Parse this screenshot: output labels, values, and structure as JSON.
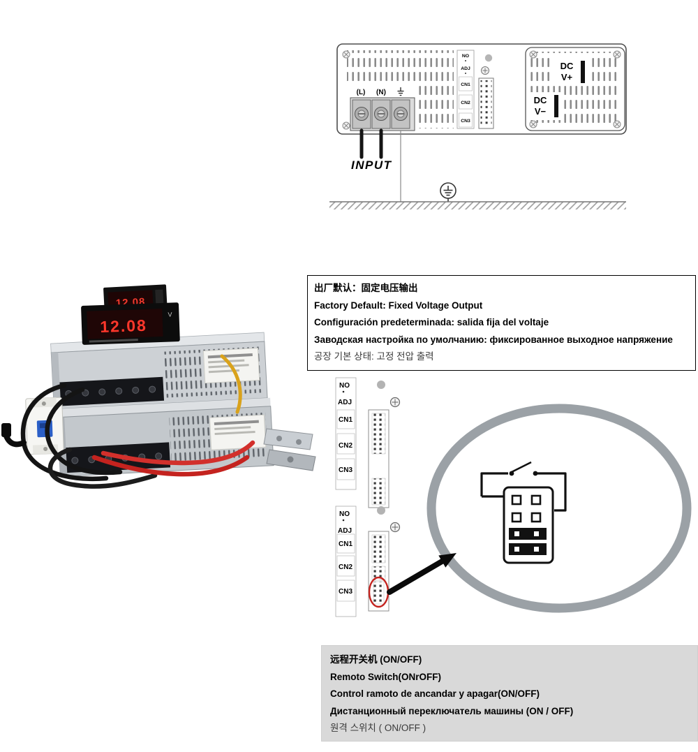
{
  "rear_panel": {
    "labels": {
      "l": "(L)",
      "n": "(N)",
      "input": "INPUT",
      "dc_plus_1": "DC",
      "dc_plus_2": "V+",
      "dc_minus_1": "DC",
      "dc_minus_2": "V−"
    },
    "connector_strip": [
      "NO",
      "ADJ",
      "CN1",
      "CN2",
      "CN3"
    ]
  },
  "photo": {
    "meter_value": "12.08",
    "meter_unit": "V"
  },
  "factory_box": {
    "lines": [
      "出厂默认：固定电压输出",
      "Factory Default: Fixed Voltage Output",
      "Configuración predeterminada: salida fija del voltaje",
      "Заводская настройка по умолчанию: фиксированное выходное напряжение",
      "공장 기본 상태: 고정 전압 출력"
    ]
  },
  "connector_diagram": {
    "group1": [
      "NO",
      "ADJ",
      "CN1",
      "CN2",
      "CN3"
    ],
    "group2": [
      "NO",
      "ADJ",
      "CN1",
      "CN2",
      "CN3"
    ]
  },
  "remote_box": {
    "lines": [
      "远程开关机  (ON/OFF)",
      "Remoto Switch(ONrOFF)",
      "Control ramoto de ancandar y apagar(ON/OFF)",
      "Дистанционный переключатель машины (ON / OFF)",
      "원격 스위치 ( ON/OFF )"
    ]
  },
  "colors": {
    "highlight_red": "#c4231f",
    "magnifier_gray": "#9ba1a6",
    "remote_box_bg": "#d9d9d9"
  }
}
